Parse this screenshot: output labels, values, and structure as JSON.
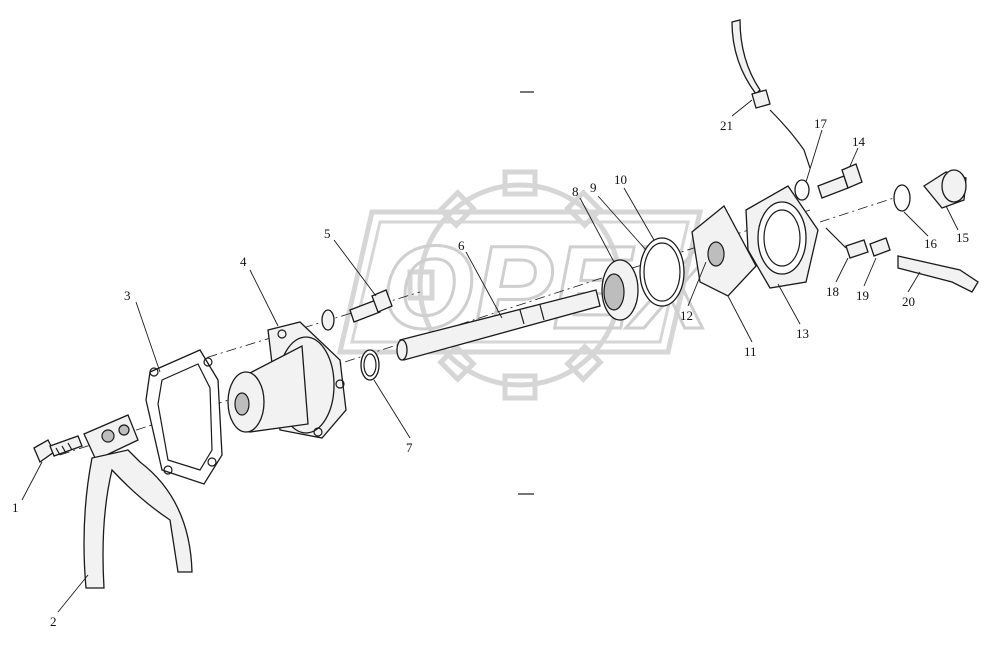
{
  "watermark": {
    "text": "OPEX"
  },
  "callouts": [
    {
      "id": "1",
      "label": "1"
    },
    {
      "id": "2",
      "label": "2"
    },
    {
      "id": "3",
      "label": "3"
    },
    {
      "id": "4",
      "label": "4"
    },
    {
      "id": "5",
      "label": "5"
    },
    {
      "id": "6",
      "label": "6"
    },
    {
      "id": "7",
      "label": "7"
    },
    {
      "id": "8",
      "label": "8"
    },
    {
      "id": "9",
      "label": "9"
    },
    {
      "id": "10",
      "label": "10"
    },
    {
      "id": "11",
      "label": "11"
    },
    {
      "id": "12",
      "label": "12"
    },
    {
      "id": "13",
      "label": "13"
    },
    {
      "id": "14",
      "label": "14"
    },
    {
      "id": "15",
      "label": "15"
    },
    {
      "id": "16",
      "label": "16"
    },
    {
      "id": "17",
      "label": "17"
    },
    {
      "id": "18",
      "label": "18"
    },
    {
      "id": "19",
      "label": "19"
    },
    {
      "id": "20",
      "label": "20"
    },
    {
      "id": "21",
      "label": "21"
    }
  ]
}
